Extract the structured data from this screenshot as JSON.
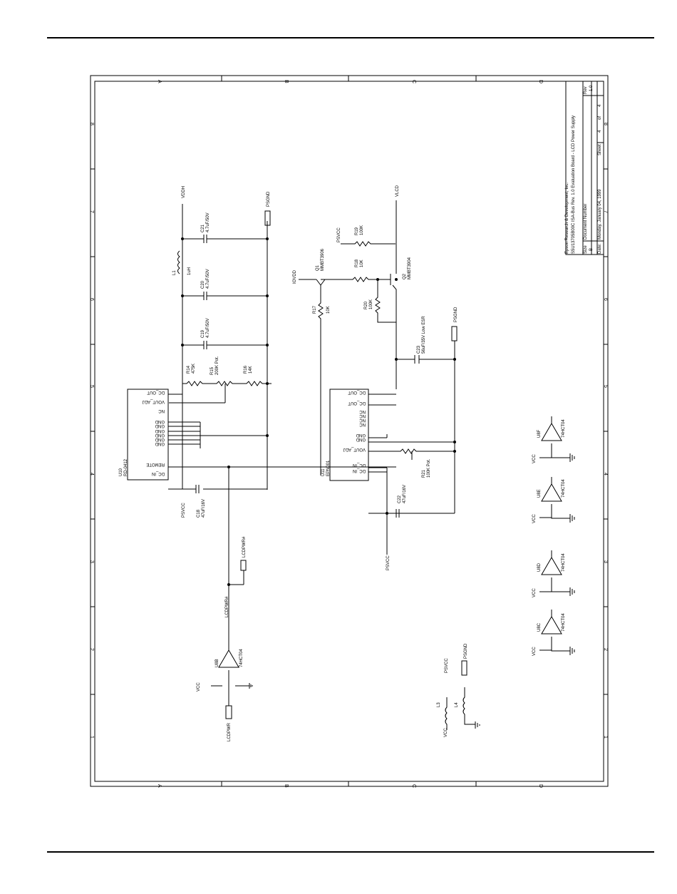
{
  "title_block": {
    "company": "Epson Research & Development, Inc.",
    "title": "S5U13705B00C ISA-Bus Rev. 1.0  Evaluation Board - LCD Power Supply",
    "size_label": "Size",
    "size": "B",
    "docnum_label": "Document Number",
    "date_label": "Date:",
    "date": "Monday, January 04, 1999",
    "sheet_label": "Sheet",
    "sheet": "4",
    "of_label": "of",
    "of": "4",
    "rev_label": "Rev",
    "rev": "1.0"
  },
  "border": {
    "cols": [
      "A",
      "B",
      "C",
      "D"
    ],
    "rows": [
      "8",
      "7",
      "6",
      "5",
      "4",
      "3",
      "2",
      "1"
    ]
  },
  "nets": {
    "vddh": "VDDH",
    "psgnd": "PSGND",
    "vlcd": "VLCD",
    "psvcc": "PSVCC",
    "iovdd": "IOVDD",
    "lcdpwr_n": "LCDPWR#",
    "lcdpwr": "LCDPWR",
    "vcc": "VCC"
  },
  "components": {
    "c21": {
      "ref": "C21",
      "value": "4.7uF/50V"
    },
    "c20": {
      "ref": "C20",
      "value": "4.7uF/50V"
    },
    "c19": {
      "ref": "C19",
      "value": "4.7uF/50V"
    },
    "c18": {
      "ref": "C18",
      "value": "47uF/16V"
    },
    "c22": {
      "ref": "C22",
      "value": "47uF/16V"
    },
    "c23": {
      "ref": "C23",
      "value": "56uF/35V Low ESR"
    },
    "l1": {
      "ref": "L1",
      "value": "1uH"
    },
    "l3": {
      "ref": "L3"
    },
    "l4": {
      "ref": "L4"
    },
    "r14": {
      "ref": "R14",
      "value": "475K"
    },
    "r15": {
      "ref": "R15",
      "value": "200K Pot."
    },
    "r16": {
      "ref": "R16",
      "value": "14K"
    },
    "r17": {
      "ref": "R17",
      "value": "10K"
    },
    "r18": {
      "ref": "R18",
      "value": "10K"
    },
    "r19": {
      "ref": "R19",
      "value": "100K"
    },
    "r20": {
      "ref": "R20",
      "value": "100K"
    },
    "r21": {
      "ref": "R21",
      "value": "100K Pot."
    },
    "q1": {
      "ref": "Q1",
      "value": "MMBT3906"
    },
    "q2": {
      "ref": "Q2",
      "value": "MMBT3904"
    },
    "u10": {
      "ref": "U10",
      "value": "RD-0412",
      "pins": [
        "DC_OUT",
        "VOUT_ADJ",
        "NC",
        "GND",
        "GND",
        "GND",
        "GND",
        "GND",
        "GND",
        "REMOTE",
        "DC_IN"
      ]
    },
    "u11": {
      "ref": "U11",
      "value": "EPN001",
      "pins": [
        "DC_OUT",
        "DC_OUT",
        "NC",
        "NC",
        "NC",
        "NC",
        "GND",
        "GND",
        "VOUT_ADJ",
        "DC_IN",
        "DC_IN"
      ]
    },
    "u8b": {
      "ref": "U8B",
      "value": "74HCT04"
    },
    "u8c": {
      "ref": "U8C",
      "value": "74HCT04"
    },
    "u8d": {
      "ref": "U8D",
      "value": "74HCT04"
    },
    "u8e": {
      "ref": "U8E",
      "value": "74HCT04"
    },
    "u8f": {
      "ref": "U8F",
      "value": "74HCT04"
    }
  }
}
